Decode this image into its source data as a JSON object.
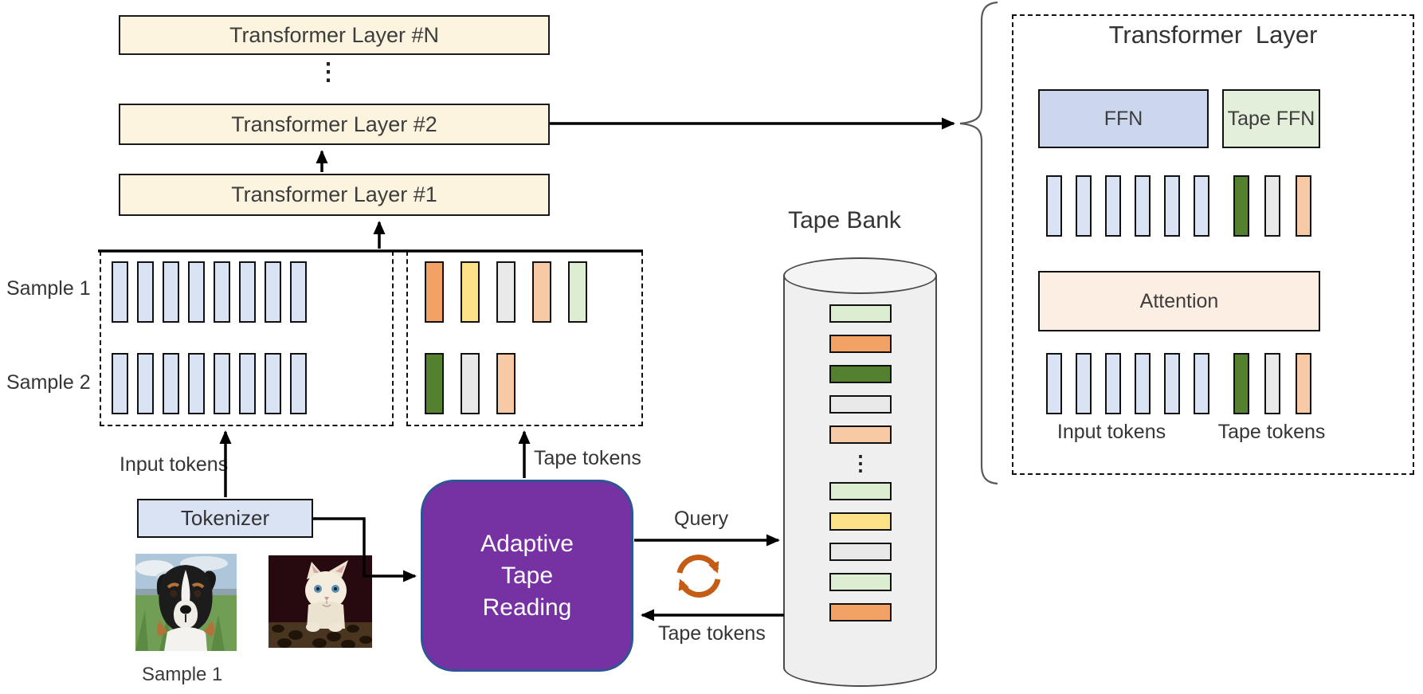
{
  "colors": {
    "blue": "#dae3f3",
    "orange": "#f3a266",
    "yellow": "#fde287",
    "gray": "#e9e9e9",
    "peach": "#f8c9a5",
    "lightgreen": "#ddedd2",
    "darkgreen": "#53812f",
    "cream_box": "#fcf4df",
    "ffn_box": "#ccd7ee",
    "tape_ffn_box": "#e3efda",
    "attention_box": "#fdeee4",
    "purple_box": "#7631a3",
    "purple_border": "#2f5597",
    "refresh_icon": "#c45c16",
    "tokenizer_box": "#dae3f3",
    "cylinder_fill": "#efefef"
  },
  "stack": {
    "layer_n_label": "Transformer Layer #N",
    "dots": "⋮",
    "layer_2_label": "Transformer Layer #2",
    "layer_1_label": "Transformer Layer #1"
  },
  "input_section": {
    "sample1_label": "Sample 1",
    "sample2_label": "Sample 2",
    "sample1_input_tokens": [
      "blue",
      "blue",
      "blue",
      "blue",
      "blue",
      "blue",
      "blue",
      "blue"
    ],
    "sample2_input_tokens": [
      "blue",
      "blue",
      "blue",
      "blue",
      "blue",
      "blue",
      "blue",
      "blue"
    ],
    "sample1_tape_tokens": [
      "orange",
      "yellow",
      "gray",
      "peach",
      "lightgreen"
    ],
    "sample2_tape_tokens": [
      "darkgreen",
      "gray",
      "peach"
    ],
    "input_tokens_label": "Input tokens",
    "tape_tokens_label": "Tape tokens"
  },
  "tokenizer_label": "Tokenizer",
  "sample1_caption": "Sample 1",
  "atr": {
    "line1": "Adaptive",
    "line2": "Tape",
    "line3": "Reading"
  },
  "exchange": {
    "query_label": "Query",
    "tape_tokens_label": "Tape tokens"
  },
  "tape_bank": {
    "title": "Tape Bank",
    "bars_top": [
      "lightgreen",
      "orange",
      "darkgreen",
      "gray",
      "peach"
    ],
    "dots": "⋮",
    "bars_bottom": [
      "lightgreen",
      "yellow",
      "gray",
      "lightgreen",
      "orange"
    ]
  },
  "panel": {
    "title": "Transformer Layer",
    "ffn_label": "FFN",
    "tape_ffn_label": "Tape FFN",
    "attention_label": "Attention",
    "upper_input_tokens": [
      "blue",
      "blue",
      "blue",
      "blue",
      "blue",
      "blue"
    ],
    "upper_tape_tokens": [
      "darkgreen",
      "gray",
      "peach"
    ],
    "lower_input_tokens": [
      "blue",
      "blue",
      "blue",
      "blue",
      "blue",
      "blue"
    ],
    "lower_tape_tokens": [
      "darkgreen",
      "gray",
      "peach"
    ],
    "input_tokens_label": "Input tokens",
    "tape_tokens_label": "Tape tokens"
  }
}
